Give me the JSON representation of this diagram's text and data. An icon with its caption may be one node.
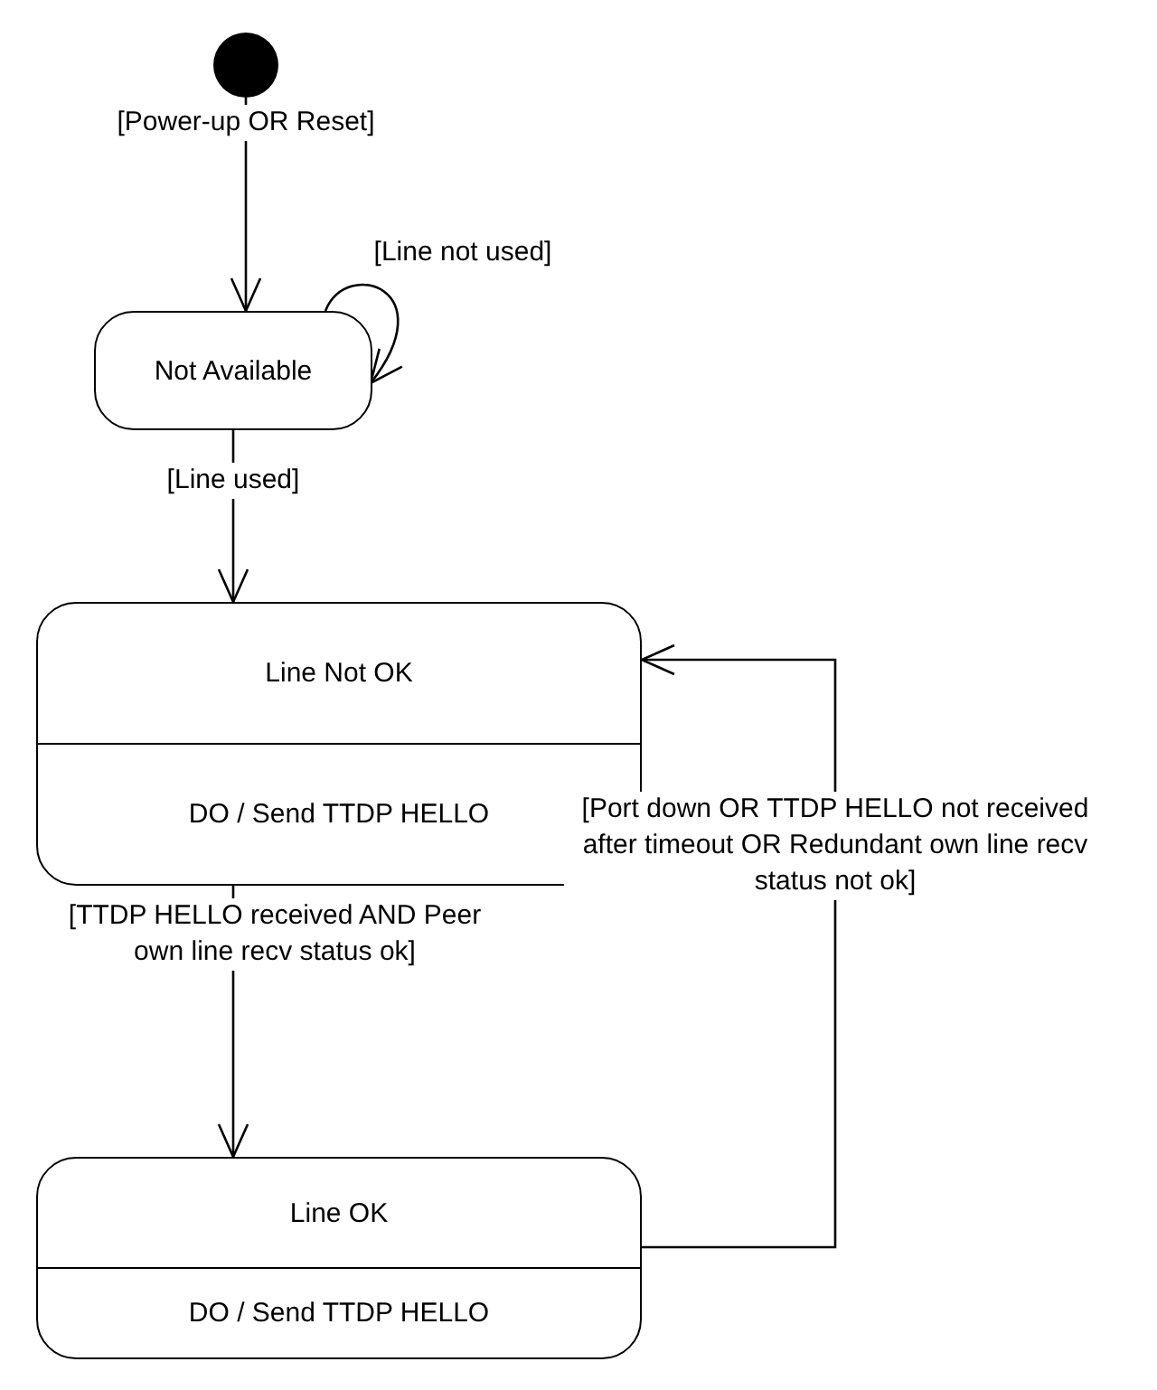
{
  "diagram": {
    "nodes": [
      {
        "text": [],
        "shape": "circle"
      },
      {
        "text": [
          "Not Available"
        ]
      },
      {
        "text": [
          "Line Not OK",
          "DO / Send TTDP HELLO"
        ]
      },
      {
        "text": [
          "Line OK",
          "DO / Send TTDP HELLO"
        ]
      }
    ],
    "edges": [
      {
        "from": 0,
        "to": 1,
        "arrow": "to",
        "label": "[Power-up OR Reset]"
      },
      {
        "from": 1,
        "to": 1,
        "arrow": "to",
        "label": "[Line not used]"
      },
      {
        "from": 1,
        "to": 2,
        "arrow": "to",
        "label": "[Line used]"
      },
      {
        "from": 2,
        "to": 3,
        "arrow": "to",
        "label": "[TTDP HELLO received AND Peer own line recv status ok]"
      },
      {
        "from": 3,
        "to": 2,
        "arrow": "to",
        "label": "[Port down OR TTDP HELLO not received after timeout OR Redundant own line recv status not ok]"
      }
    ]
  }
}
